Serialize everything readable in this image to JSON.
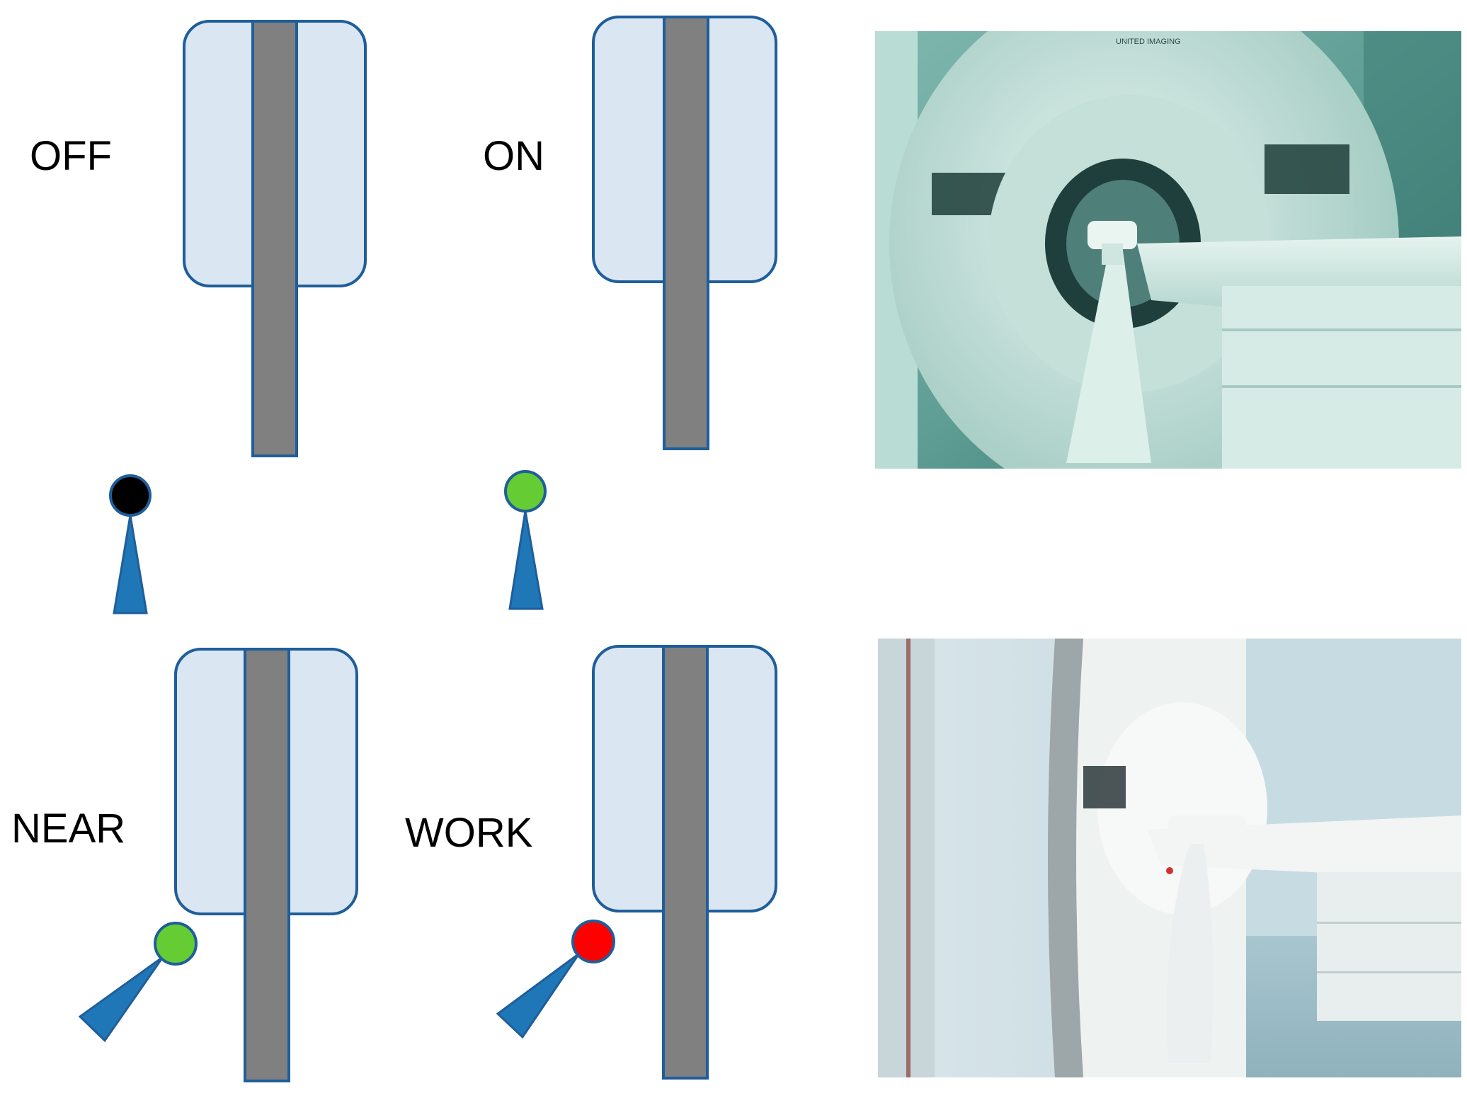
{
  "colors": {
    "magnet_fill": "#dae6f2",
    "magnet_stroke": "#1f5e9a",
    "table_fill": "#808080",
    "device_blue": "#1f77b7",
    "led_off": "#000000",
    "led_green": "#66cc33",
    "led_red": "#ff0000"
  },
  "states": [
    {
      "label": "OFF",
      "led": "black-led-icon"
    },
    {
      "label": "ON",
      "led": "green-led-icon"
    },
    {
      "label": "NEAR",
      "led": "green-led-icon"
    },
    {
      "label": "WORK",
      "led": "red-led-icon"
    }
  ],
  "photos": [
    {
      "subject": "mri-scanner-photo-teal"
    },
    {
      "subject": "mri-scanner-photo-room"
    }
  ]
}
